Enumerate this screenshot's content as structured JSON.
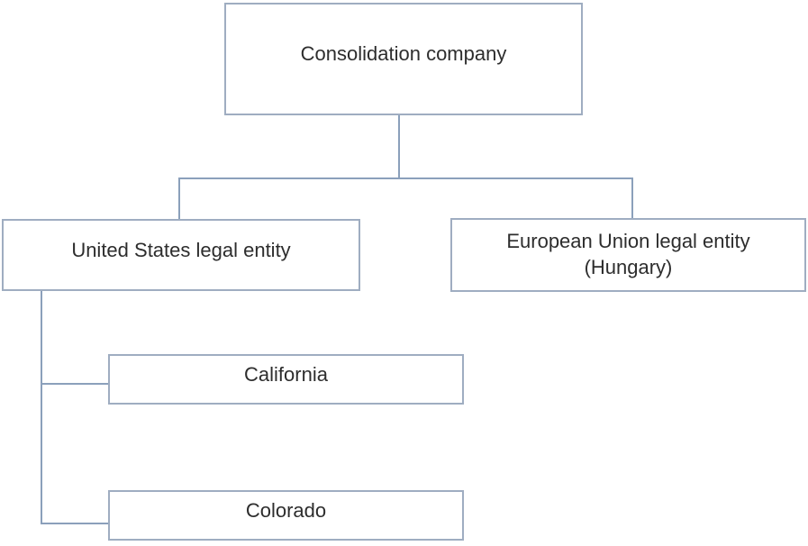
{
  "colors": {
    "background": "#ffffff",
    "box_fill": "#ffffff",
    "box_border": "#9fadc1",
    "connector": "#8ba0bb",
    "text": "#2d2d2d"
  },
  "hierarchy": {
    "label": "Consolidation company",
    "children": [
      {
        "label": "United States legal entity",
        "children": [
          {
            "label": "California",
            "children": []
          },
          {
            "label": "Colorado",
            "children": []
          }
        ]
      },
      {
        "label": "European Union legal entity (Hungary)",
        "label_lines": [
          "European Union legal entity",
          "(Hungary)"
        ],
        "children": []
      }
    ]
  }
}
